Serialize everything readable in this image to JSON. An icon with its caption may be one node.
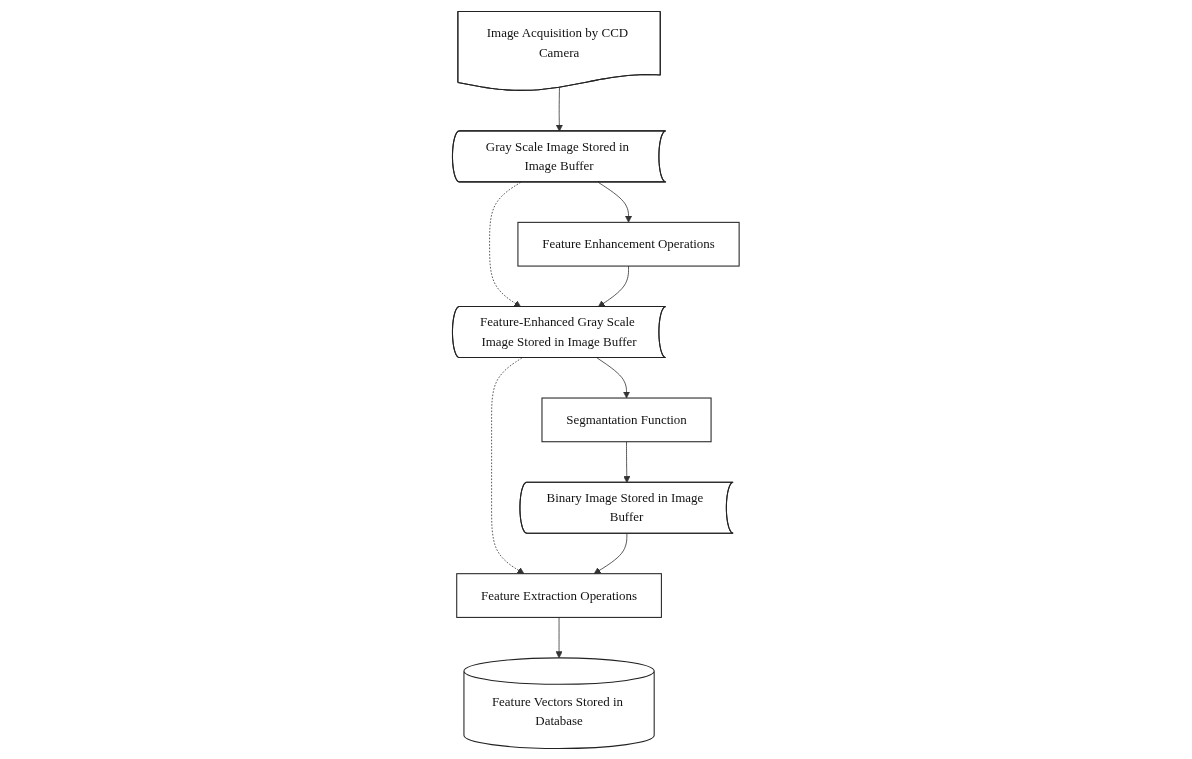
{
  "diagram": {
    "nodes": [
      {
        "text": [
          "Image Acquisition by CCD Camera"
        ]
      },
      {
        "text": [
          "Gray Scale Image Stored in Image Buffer"
        ]
      },
      {
        "text": [
          "Feature Enhancement Operations"
        ]
      },
      {
        "text": [
          "Feature-Enhanced Gray Scale Image Stored in Image Buffer"
        ]
      },
      {
        "text": [
          "Segmantation Function"
        ]
      },
      {
        "text": [
          "Feature Extraction Operations"
        ]
      },
      {
        "text": [
          "Binary Image Stored in Image Buffer"
        ]
      },
      {
        "text": [
          "Feature Vectors Stored in Database"
        ]
      }
    ],
    "edges": [
      {
        "from": 0,
        "to": 1,
        "arrow": "to"
      },
      {
        "from": 1,
        "to": 2,
        "arrow": "to"
      },
      {
        "from": 1,
        "to": 3,
        "arrow": "to",
        "style": "dashed"
      },
      {
        "from": 2,
        "to": 3,
        "arrow": "to"
      },
      {
        "from": 3,
        "to": 4,
        "arrow": "to"
      },
      {
        "from": 3,
        "to": 5,
        "arrow": "to",
        "style": "dashed"
      },
      {
        "from": 4,
        "to": 6,
        "arrow": "to"
      },
      {
        "from": 6,
        "to": 5,
        "arrow": "to"
      },
      {
        "from": 5,
        "to": 7,
        "arrow": "to"
      }
    ]
  }
}
